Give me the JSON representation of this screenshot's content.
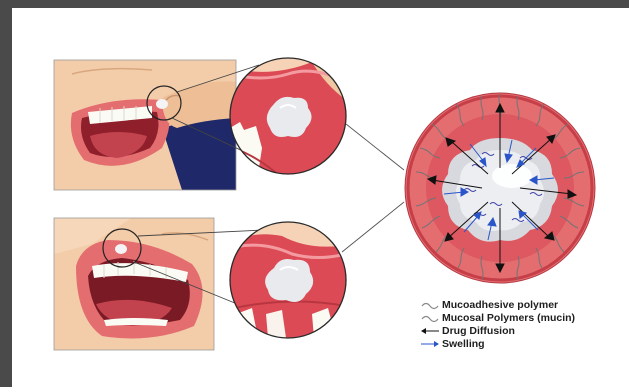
{
  "legend": {
    "items": [
      {
        "label": "Mucoadhesive polymer",
        "icon": "wavy-line-icon",
        "color": "#8a8a8a"
      },
      {
        "label": "Mucosal Polymers (mucin)",
        "icon": "wavy-line-icon",
        "color": "#8a8a8a"
      },
      {
        "label": "Drug Diffusion",
        "icon": "arrow-left-icon",
        "color": "#111111"
      },
      {
        "label": "Swelling",
        "icon": "arrow-right-icon",
        "color": "#2a55c8"
      }
    ]
  },
  "colors": {
    "skin": "#f3cda9",
    "lip": "#e46d70",
    "mucosa": "#d9454f",
    "tablet": "#e9eaee",
    "mucin": "#7a7f80",
    "polymer": "#3a3aa8",
    "swelling": "#2a55c8",
    "diffusion": "#111111"
  }
}
